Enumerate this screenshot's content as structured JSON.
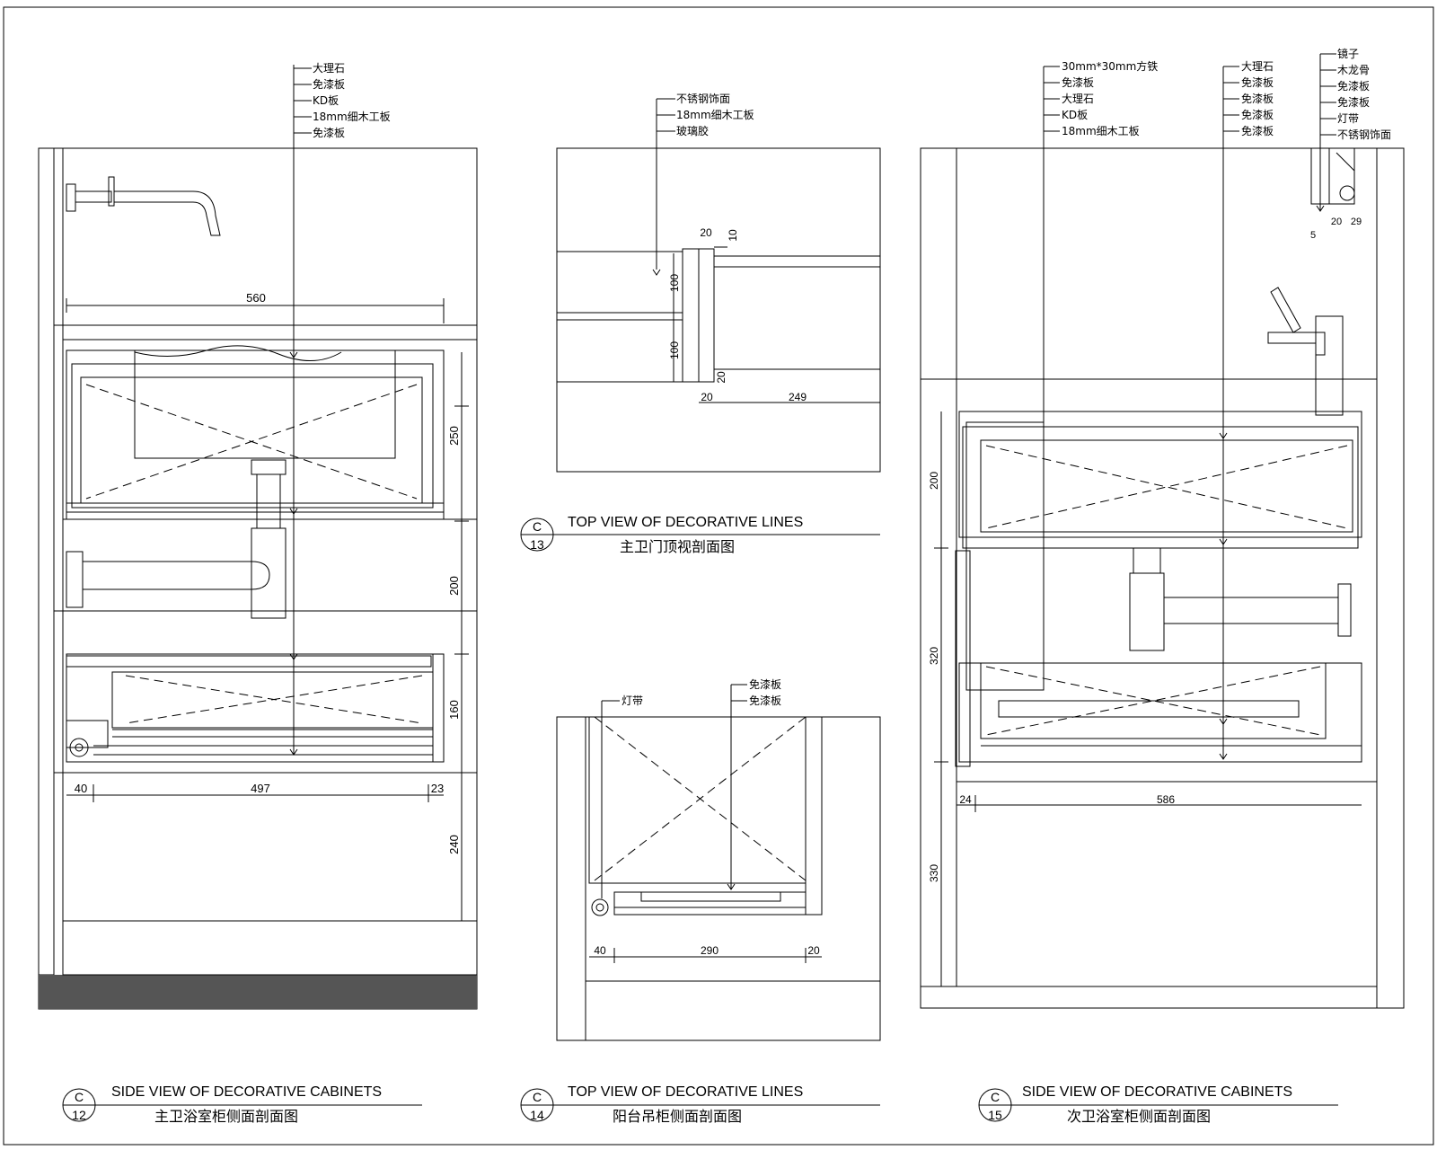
{
  "drawings": {
    "c12": {
      "number": "C",
      "index": "12",
      "title_en": "SIDE VIEW OF DECORATIVE CABINETS",
      "title_cn": "主卫浴室柜侧面剖面图",
      "callouts": [
        "大理石",
        "免漆板",
        "KD板",
        "18mm细木工板",
        "免漆板"
      ],
      "dims": {
        "width": "560",
        "h1": "250",
        "h2": "200",
        "h3": "160",
        "h4": "240",
        "b1": "40",
        "b2": "497",
        "b3": "23"
      }
    },
    "c13": {
      "number": "C",
      "index": "13",
      "title_en": "TOP VIEW OF DECORATIVE LINES",
      "title_cn": "主卫门顶视剖面图",
      "callouts": [
        "不锈钢饰面",
        "18mm细木工板",
        "玻璃胶"
      ],
      "dims": {
        "d20a": "20",
        "d10": "10",
        "d100a": "100",
        "d100b": "100",
        "d20b": "20",
        "d20c": "20",
        "d249": "249"
      }
    },
    "c14": {
      "number": "C",
      "index": "14",
      "title_en": "TOP VIEW OF DECORATIVE LINES",
      "title_cn": "阳台吊柜侧面剖面图",
      "callouts_left": [
        "灯带"
      ],
      "callouts_right": [
        "免漆板",
        "免漆板"
      ],
      "dims": {
        "d40": "40",
        "d290": "290",
        "d20": "20"
      }
    },
    "c15": {
      "number": "C",
      "index": "15",
      "title_en": "SIDE VIEW OF DECORATIVE CABINETS",
      "title_cn": "次卫浴室柜侧面剖面图",
      "callouts_a": [
        "30mm*30mm方铁",
        "免漆板",
        "大理石",
        "KD板",
        "18mm细木工板"
      ],
      "callouts_b": [
        "大理石",
        "免漆板",
        "免漆板",
        "免漆板",
        "免漆板"
      ],
      "callouts_c": [
        "镜子",
        "木龙骨",
        "免漆板",
        "免漆板",
        "灯带",
        "不锈钢饰面"
      ],
      "dims": {
        "v200": "200",
        "v320": "320",
        "v330": "330",
        "d24": "24",
        "d586": "586",
        "d5": "5",
        "d20": "20",
        "d29": "29"
      }
    }
  }
}
